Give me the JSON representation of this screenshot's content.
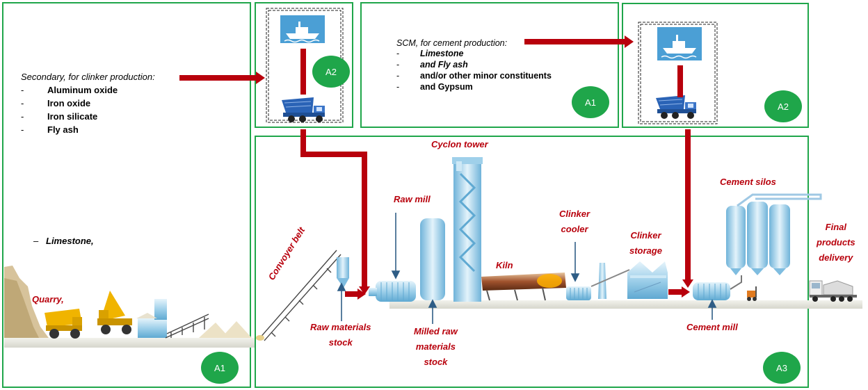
{
  "boxes": [
    {
      "id": "a1-left",
      "badge": "A1"
    },
    {
      "id": "a2-left",
      "badge": "A2"
    },
    {
      "id": "a1-right",
      "badge": "A1"
    },
    {
      "id": "a2-right",
      "badge": "A2"
    },
    {
      "id": "a3",
      "badge": "A3"
    }
  ],
  "secondary": {
    "heading": "Secondary, for clinker production:",
    "items": [
      "Aluminum oxide",
      "Iron oxide",
      "Iron silicate",
      "Fly ash"
    ]
  },
  "scm": {
    "heading": "SCM, for cement production:",
    "items": [
      "Limestone",
      "and Fly ash",
      "and/or other minor constituents",
      "and Gypsum"
    ]
  },
  "limestone": {
    "dash": "–",
    "label": "Limestone,"
  },
  "labels": {
    "quarry": "Quarry,",
    "conveyor": "Convoyer belt",
    "raw_stock": [
      "Raw materials",
      "stock"
    ],
    "raw_mill": "Raw mill",
    "milled_stock": [
      "Milled raw",
      "materials",
      "stock"
    ],
    "cyclon": "Cyclon tower",
    "kiln": "Kiln",
    "clinker_cooler": [
      "Clinker",
      "cooler"
    ],
    "clinker_storage": [
      "Clinker",
      "storage"
    ],
    "cement_silos": "Cement silos",
    "cement_mill": "Cement mill",
    "final": [
      "Final",
      "products",
      "delivery"
    ]
  },
  "colors": {
    "box_border": "#1fa64a",
    "badge": "#1fa64a",
    "arrow": "#b8000c",
    "label": "#b8000c",
    "ship_bg": "#4b9fd5"
  },
  "icons": [
    "ship-icon",
    "dump-truck-icon",
    "quarry-truck-icon",
    "conveyor-icon",
    "raw-mill-icon",
    "cyclone-tower-icon",
    "kiln-icon",
    "cooler-icon",
    "storage-icon",
    "cement-mill-icon",
    "silo-icon",
    "tanker-truck-icon",
    "forklift-icon"
  ]
}
